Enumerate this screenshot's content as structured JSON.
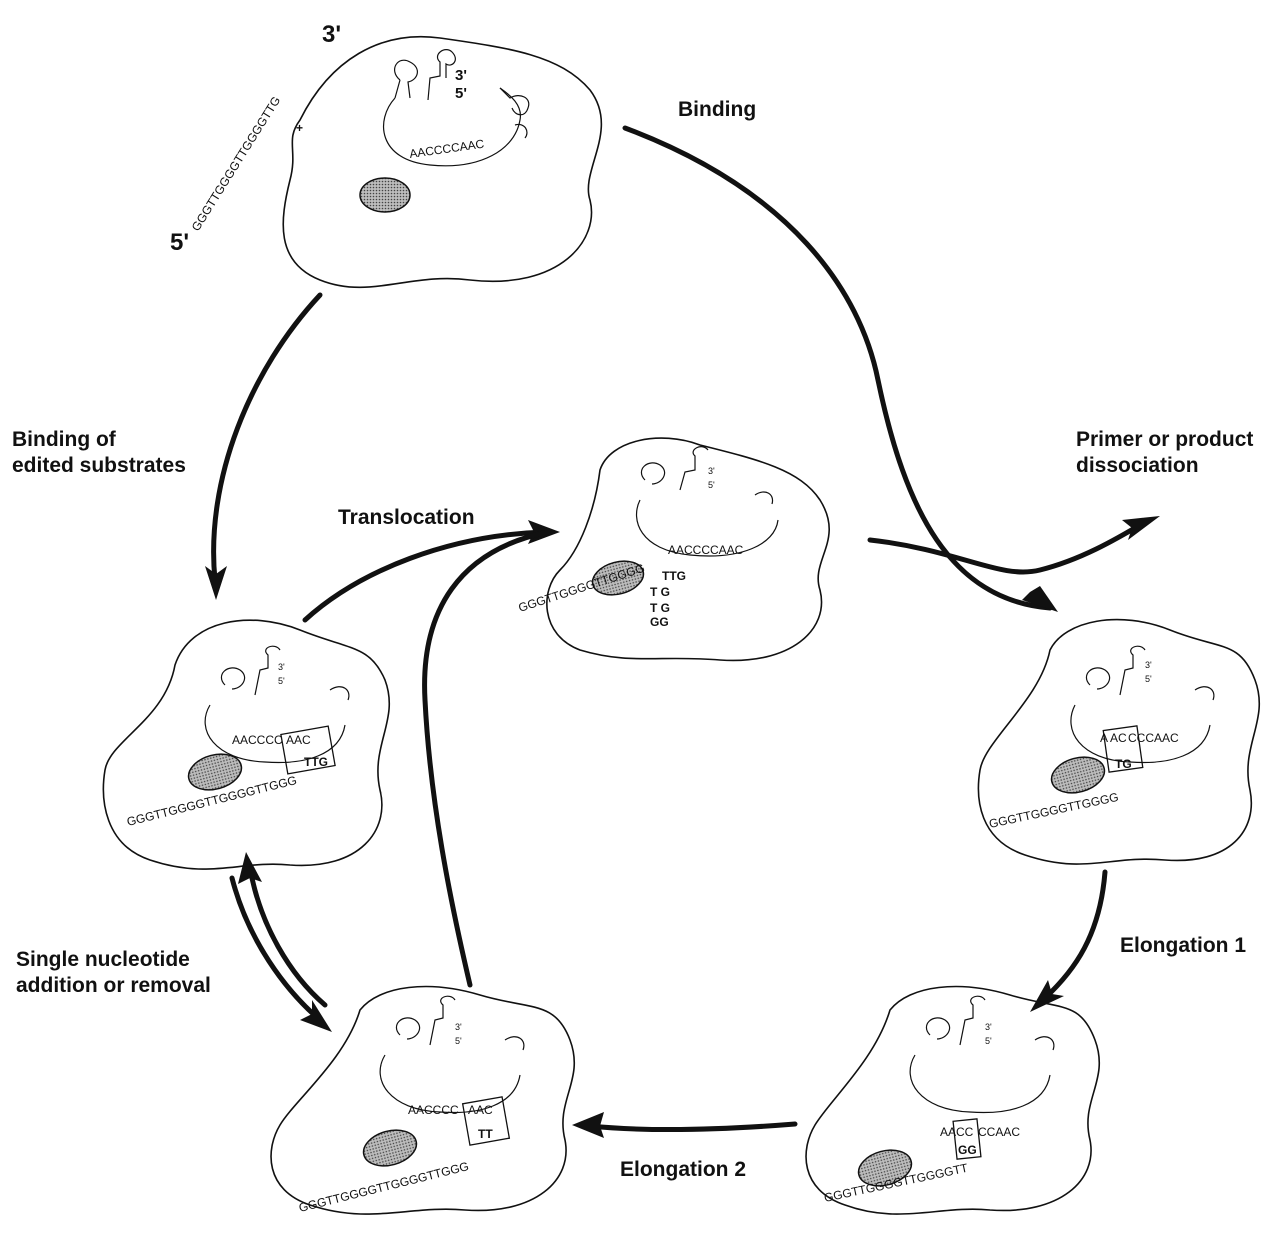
{
  "labels": {
    "binding": "Binding",
    "primer_dissociation_line1": "Primer or product",
    "primer_dissociation_line2": "dissociation",
    "binding_edited_line1": "Binding of",
    "binding_edited_line2": "edited substrates",
    "translocation": "Translocation",
    "elongation1": "Elongation 1",
    "elongation2": "Elongation 2",
    "single_nuc_line1": "Single nucleotide",
    "single_nuc_line2": "addition or removal"
  },
  "primer": {
    "five_prime": "5'",
    "three_prime": "3'",
    "sequence": "GGGTTGGGGTTGGGGTTG",
    "plus": "+"
  },
  "template": {
    "sequence": "AACCCCAAC",
    "three_prime": "3'",
    "five_prime": "5'"
  },
  "states": {
    "top": {
      "template": "AACCCCAAC"
    },
    "center": {
      "template": "AACCCCAAC",
      "product": "GGGTTGGGGTTGGGG",
      "overhang": "TTG",
      "loop": [
        "T G",
        "T G",
        "GG"
      ]
    },
    "left": {
      "template_a": "AACCCC",
      "template_box": "AAC",
      "product": "GGGTTGGGGTTGGGGTTGGG",
      "product_box": "TTG"
    },
    "right": {
      "template_a": "A",
      "template_box": "AC",
      "template_b": "CCCAAC",
      "product": "GGGTTGGGGTTGGGG",
      "product_box": "TG"
    },
    "bottom_right": {
      "template_a": "AA",
      "template_box": "CC",
      "template_b": "CCAAC",
      "product": "GGGTTGGGGTTGGGGTT",
      "product_box": "GG"
    },
    "bottom_center": {
      "template_a": "AACCCC",
      "template_box": "AAC",
      "product": "GGGTTGGGGTTGGGGTTGGG",
      "product_box": "TT"
    }
  }
}
